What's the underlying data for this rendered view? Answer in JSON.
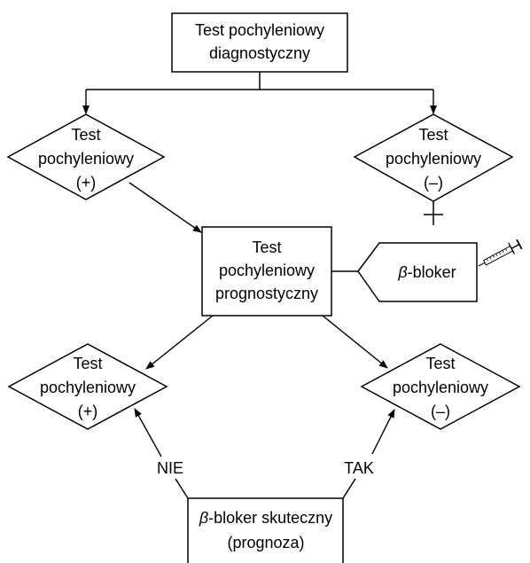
{
  "top_box": {
    "line1": "Test pochyleniowy",
    "line2": "diagnostyczny"
  },
  "diamond_top_left": {
    "line1": "Test",
    "line2": "pochyleniowy",
    "line3": "(+)"
  },
  "diamond_top_right": {
    "line1": "Test",
    "line2": "pochyleniowy",
    "line3": "(–)"
  },
  "center_box": {
    "line1": "Test",
    "line2": "pochyleniowy",
    "line3": "prognostyczny"
  },
  "beta_tag": {
    "symbol": "β",
    "text": "-bloker"
  },
  "diamond_bottom_left": {
    "line1": "Test",
    "line2": "pochyleniowy",
    "line3": "(+)"
  },
  "diamond_bottom_right": {
    "line1": "Test",
    "line2": "pochyleniowy",
    "line3": "(–)"
  },
  "label_no": "NIE",
  "label_yes": "TAK",
  "bottom_box": {
    "symbol": "β",
    "text": "-bloker skuteczny",
    "line2": "(prognoza)"
  },
  "icons": {
    "syringe": "syringe-icon"
  }
}
